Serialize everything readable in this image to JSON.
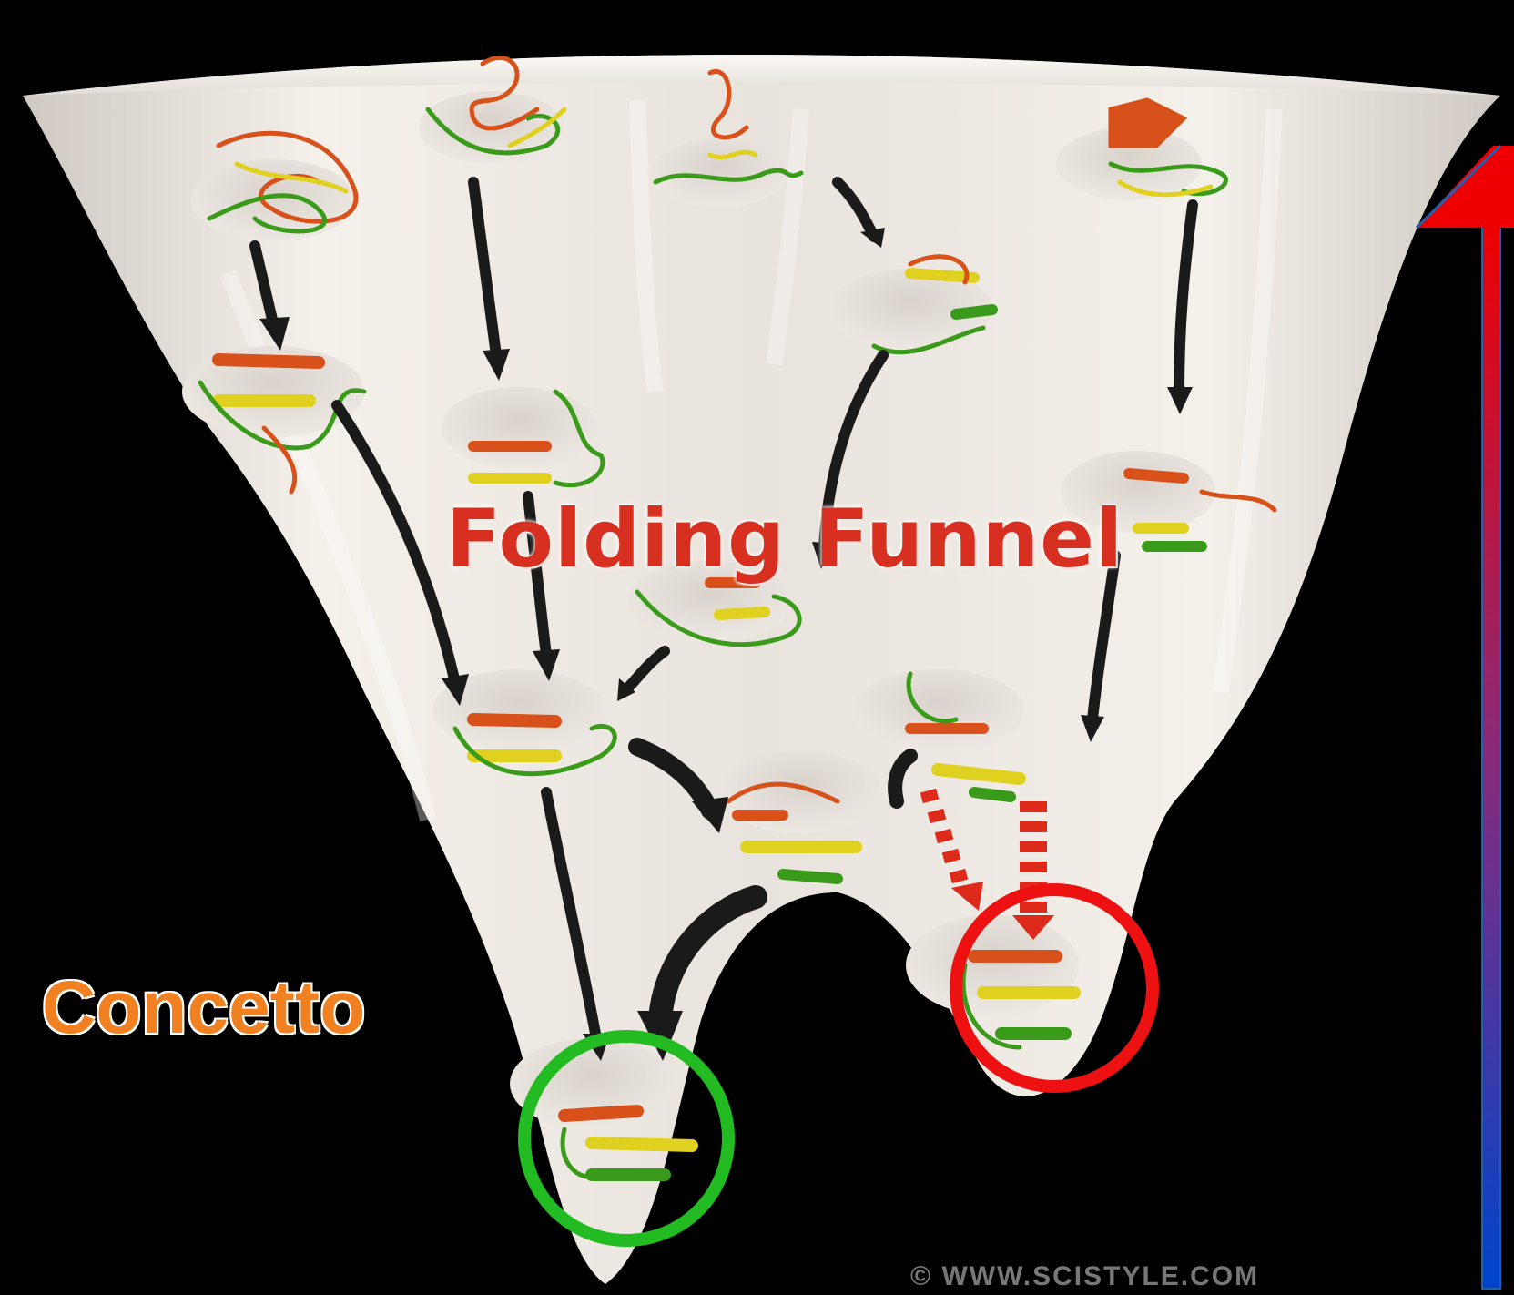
{
  "title": "Folding Funnel",
  "label": "Concetto",
  "credit": "© WWW.SCISTYLE.COM",
  "colors": {
    "background": "#000000",
    "funnel": "#ede8e2",
    "title": "#d83020",
    "label": "#f08020",
    "native_state_circle": "#22bb22",
    "misfolded_state_circle": "#ee1111",
    "energy_arrow_top": "#ee0000",
    "energy_arrow_bottom": "#0044cc",
    "pathway_arrows": "#1a1a1a",
    "misfolding_arrows": "#dd2a1a"
  },
  "icons": {
    "energy_axis": "vertical-gradient-arrow-icon",
    "protein": "protein-ribbon-icon",
    "pathway": "curved-arrow-icon"
  }
}
